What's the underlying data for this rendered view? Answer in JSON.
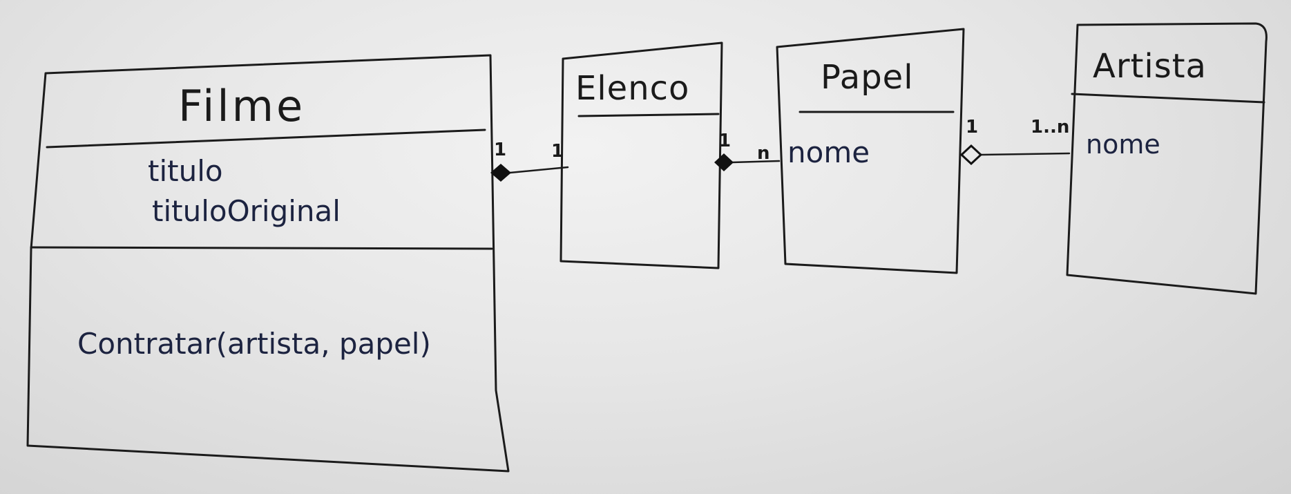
{
  "diagram": {
    "classes": {
      "filme": {
        "name": "Filme",
        "attributes": [
          "titulo",
          "tituloOriginal"
        ],
        "methods": [
          "Contratar(artista, papel)"
        ]
      },
      "elenco": {
        "name": "Elenco"
      },
      "papel": {
        "name": "Papel",
        "attributes": [
          "nome"
        ]
      },
      "artista": {
        "name": "Artista",
        "attributes": [
          "nome"
        ]
      }
    },
    "relations": {
      "filme_elenco": {
        "from_mult": "1",
        "to_mult": "1",
        "type": "composition"
      },
      "elenco_papel": {
        "from_mult": "1",
        "to_mult": "n",
        "type": "composition"
      },
      "papel_artista": {
        "from_mult": "1",
        "to_mult": "1..n",
        "type": "aggregation"
      }
    }
  }
}
